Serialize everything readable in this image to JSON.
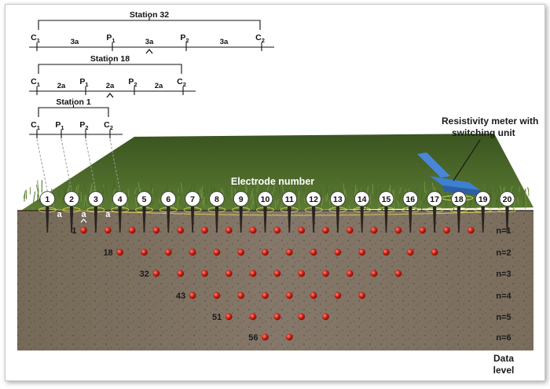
{
  "arrays": [
    {
      "title": "Station 32",
      "labels": [
        "C",
        "P",
        "P",
        "C"
      ],
      "subscripts": [
        "1",
        "1",
        "2",
        "2"
      ],
      "spacing_labels": [
        "3a",
        "3a",
        "3a"
      ]
    },
    {
      "title": "Station 18",
      "labels": [
        "C",
        "P",
        "P",
        "C"
      ],
      "subscripts": [
        "1",
        "1",
        "2",
        "2"
      ],
      "spacing_labels": [
        "2a",
        "2a",
        "2a"
      ]
    },
    {
      "title": "Station 1",
      "labels": [
        "C",
        "P",
        "P",
        "C"
      ],
      "subscripts": [
        "1",
        "1",
        "2",
        "2"
      ],
      "spacing_labels": []
    }
  ],
  "meter_label": [
    "Resistivity meter with",
    "switching unit"
  ],
  "electrode_title": "Electrode number",
  "electrodes": [
    "1",
    "2",
    "3",
    "4",
    "5",
    "6",
    "7",
    "8",
    "9",
    "10",
    "11",
    "12",
    "13",
    "14",
    "15",
    "16",
    "17",
    "18",
    "19",
    "20"
  ],
  "spacing_marks": [
    "a",
    "a",
    "a"
  ],
  "data_levels": [
    {
      "label": "n=1",
      "first_station": "1",
      "points": 17
    },
    {
      "label": "n=2",
      "first_station": "18",
      "points": 14
    },
    {
      "label": "n=3",
      "first_station": "32",
      "points": 11
    },
    {
      "label": "n=4",
      "first_station": "43",
      "points": 8
    },
    {
      "label": "n=5",
      "first_station": "51",
      "points": 5
    },
    {
      "label": "n=6",
      "first_station": "56",
      "points": 2
    }
  ],
  "data_level_title": [
    "Data",
    "level"
  ],
  "colors": {
    "grass": "#4a6a2a",
    "soil": "#7a6a55",
    "datapoint": "#c8201a",
    "meter": "#3f7fd0"
  }
}
